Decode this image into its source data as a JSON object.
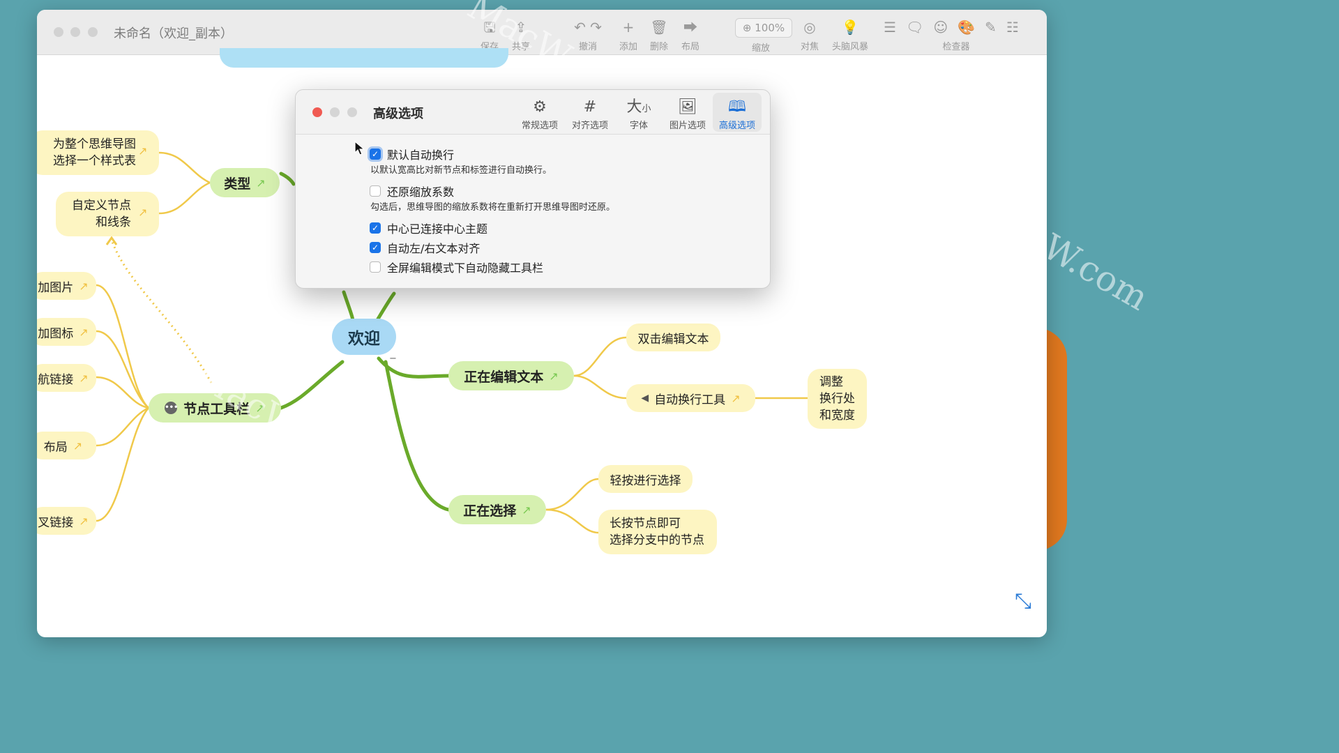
{
  "window": {
    "title": "未命名（欢迎_副本）"
  },
  "toolbar": {
    "save": "保存",
    "share": "共享",
    "undo": "撤消",
    "add": "添加",
    "delete": "删除",
    "layout": "布局",
    "zoom_value": "100%",
    "zoom": "缩放",
    "focus": "对焦",
    "brainstorm": "头脑风暴",
    "inspector": "检查器"
  },
  "dialog": {
    "title": "高级选项",
    "tabs": [
      {
        "label": "常规选项",
        "icon": "gears-icon"
      },
      {
        "label": "对齐选项",
        "icon": "grid-icon"
      },
      {
        "label": "字体",
        "icon": "font-size-icon"
      },
      {
        "label": "图片选项",
        "icon": "images-icon"
      },
      {
        "label": "高级选项",
        "icon": "book-icon"
      }
    ],
    "active_tab": "高级选项",
    "options": [
      {
        "label": "默认自动换行",
        "checked": true,
        "description": "以默认宽高比对新节点和标签进行自动换行。"
      },
      {
        "label": "还原缩放系数",
        "checked": false,
        "description": "勾选后，思维导图的缩放系数将在重新打开思维导图时还原。"
      },
      {
        "label": "中心已连接中心主题",
        "checked": true
      },
      {
        "label": "自动左/右文本对齐",
        "checked": true
      },
      {
        "label": "全屏编辑模式下自动隐藏工具栏",
        "checked": false
      }
    ]
  },
  "mindmap": {
    "center": "欢迎",
    "branches": {
      "type": "类型",
      "node_toolbar": "节点工具栏",
      "editing_text": "正在编辑文本",
      "selecting": "正在选择"
    },
    "leaves": {
      "stylesheet_line1": "为整个思维导图",
      "stylesheet_line2": "选择一个样式表",
      "custom_line1": "自定义节点",
      "custom_line2": "和线条",
      "add_image": "加图片",
      "add_icon": "加图标",
      "nav_link": "航链接",
      "layout": "布局",
      "cross_link": "叉链接",
      "double_click": "双击编辑文本",
      "auto_wrap_tool": "自动换行工具",
      "adjust_line1": "调整",
      "adjust_line2": "换行处",
      "adjust_line3": "和宽度",
      "tap_select": "轻按进行选择",
      "long_press_line1": "长按节点即可",
      "long_press_line2": "选择分支中的节点"
    }
  },
  "watermark": "MacW.com",
  "colors": {
    "desktop": "#5aa3ad",
    "branch_line": "#6aaa2a",
    "leaf_line": "#f0c94a",
    "accent": "#1a73e8"
  }
}
